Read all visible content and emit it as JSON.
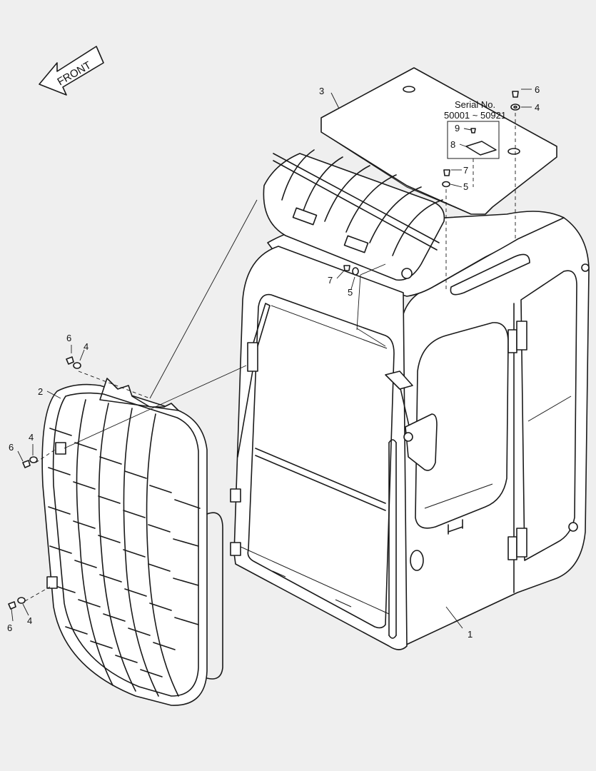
{
  "front_label": "FRONT",
  "serial": {
    "title": "Serial No.",
    "range": "50001 ~ 50921"
  },
  "callouts": {
    "c1": "1",
    "c2": "2",
    "c3": "3",
    "c4a": "4",
    "c4b": "4",
    "c4c": "4",
    "c4d": "4",
    "c5a": "5",
    "c5b": "5",
    "c6a": "6",
    "c6b": "6",
    "c6c": "6",
    "c6d": "6",
    "c7a": "7",
    "c7b": "7",
    "c8": "8",
    "c9": "9"
  }
}
